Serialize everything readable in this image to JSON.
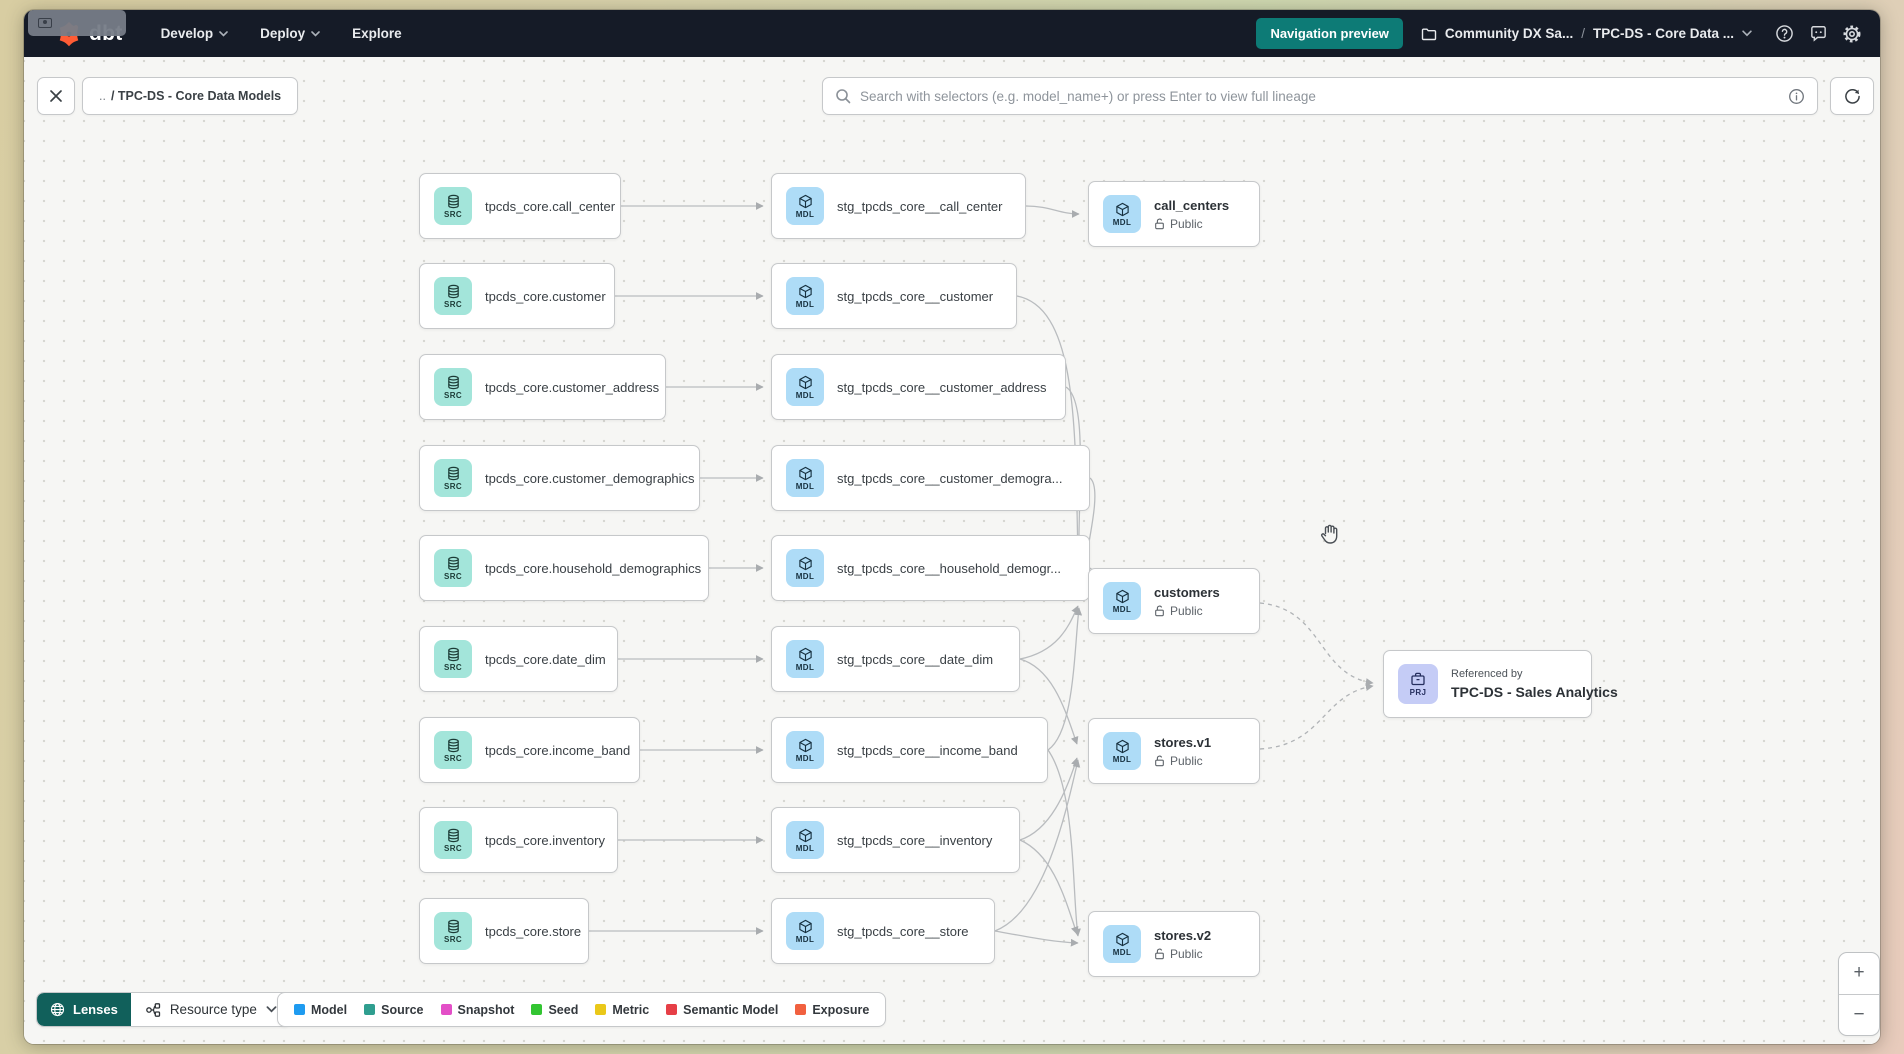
{
  "header": {
    "logo_text": "dbt",
    "nav": [
      {
        "label": "Develop",
        "has_chevron": true
      },
      {
        "label": "Deploy",
        "has_chevron": true
      },
      {
        "label": "Explore",
        "has_chevron": false
      }
    ],
    "preview_badge": "Navigation preview",
    "breadcrumb": {
      "project": "Community DX Sa...",
      "separator": "/",
      "page": "TPC-DS - Core Data ..."
    },
    "icons": [
      "help-icon",
      "feedback-icon",
      "settings-icon"
    ]
  },
  "toolbar": {
    "path_prefix": "..",
    "path_chip": "/ TPC-DS - Core Data Models",
    "search_placeholder": "Search with selectors (e.g. model_name+) or press Enter to view full lineage"
  },
  "graph": {
    "badges": {
      "source": "SRC",
      "model": "MDL",
      "project": "PRJ"
    },
    "sources": [
      {
        "label": "tpcds_core.call_center"
      },
      {
        "label": "tpcds_core.customer"
      },
      {
        "label": "tpcds_core.customer_address"
      },
      {
        "label": "tpcds_core.customer_demographics"
      },
      {
        "label": "tpcds_core.household_demographics"
      },
      {
        "label": "tpcds_core.date_dim"
      },
      {
        "label": "tpcds_core.income_band"
      },
      {
        "label": "tpcds_core.inventory"
      },
      {
        "label": "tpcds_core.store"
      }
    ],
    "staging": [
      {
        "label": "stg_tpcds_core__call_center"
      },
      {
        "label": "stg_tpcds_core__customer"
      },
      {
        "label": "stg_tpcds_core__customer_address"
      },
      {
        "label": "stg_tpcds_core__customer_demogra..."
      },
      {
        "label": "stg_tpcds_core__household_demogr..."
      },
      {
        "label": "stg_tpcds_core__date_dim"
      },
      {
        "label": "stg_tpcds_core__income_band"
      },
      {
        "label": "stg_tpcds_core__inventory"
      },
      {
        "label": "stg_tpcds_core__store"
      }
    ],
    "public_models": [
      {
        "label": "call_centers",
        "access": "Public"
      },
      {
        "label": "customers",
        "access": "Public"
      },
      {
        "label": "stores.v1",
        "access": "Public"
      },
      {
        "label": "stores.v2",
        "access": "Public"
      }
    ],
    "project_ref": {
      "title": "Referenced by",
      "label": "TPC-DS - Sales Analytics"
    }
  },
  "footer": {
    "lenses_label": "Lenses",
    "resource_type_label": "Resource type",
    "legend": [
      {
        "label": "Model",
        "color": "#1e9bf0"
      },
      {
        "label": "Source",
        "color": "#2f9e8f"
      },
      {
        "label": "Snapshot",
        "color": "#e34fc7"
      },
      {
        "label": "Seed",
        "color": "#33c532"
      },
      {
        "label": "Metric",
        "color": "#eac819"
      },
      {
        "label": "Semantic Model",
        "color": "#e63f47"
      },
      {
        "label": "Exposure",
        "color": "#f1603f"
      }
    ]
  },
  "zoom_controls": {
    "zoom_in": "+",
    "zoom_out": "−"
  },
  "colors": {
    "header_bg": "#151b27",
    "accent_teal": "#0d7b76",
    "lenses_bg": "#11605b",
    "brand_orange": "#ff5c35",
    "source_icon_bg": "#a3e5da",
    "model_icon_bg": "#aedcf7",
    "project_icon_bg": "#c5ccf6",
    "canvas_bg": "#f6f6f4"
  }
}
